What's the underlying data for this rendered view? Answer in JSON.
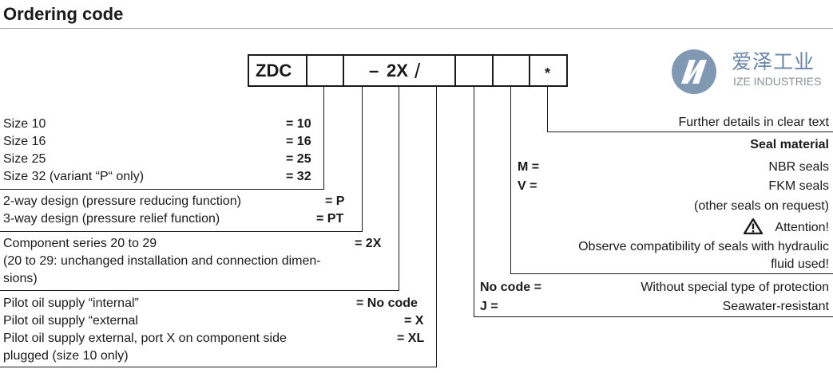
{
  "title": "Ordering code",
  "code_boxes": {
    "model": "ZDC",
    "series": "2X",
    "series_dash": "–",
    "slash": "/",
    "star": "*"
  },
  "logo": {
    "cn": "爱泽工业",
    "en": "IZE INDUSTRIES"
  },
  "size": {
    "items": [
      {
        "label": "Size 10",
        "code": "= 10"
      },
      {
        "label": "Size 16",
        "code": "= 16"
      },
      {
        "label": "Size 25",
        "code": "= 25"
      },
      {
        "label": "Size 32 (variant “P“ only)",
        "code": "= 32"
      }
    ]
  },
  "design": {
    "items": [
      {
        "label": "2-way design (pressure reducing function)",
        "code": "= P"
      },
      {
        "label": "3-way design (pressure relief function)",
        "code": "= PT"
      }
    ]
  },
  "series": {
    "label": "Component series 20 to 29",
    "code": "= 2X",
    "note1": "(20 to 29: unchanged installation and connection dimen-",
    "note2": "sions)"
  },
  "pilot": {
    "items": [
      {
        "label": "Pilot oil supply “internal”",
        "code": "= No code"
      },
      {
        "label": "Pilot oil supply “external",
        "code": "= X"
      },
      {
        "label": "Pilot oil supply external, port X on component side",
        "code": "= XL"
      }
    ],
    "note": "plugged (size 10 only)"
  },
  "further": "Further details in clear text",
  "seal": {
    "heading": "Seal material",
    "items": [
      {
        "code": "M =",
        "label": "NBR seals"
      },
      {
        "code": "V =",
        "label": "FKM seals"
      }
    ],
    "other": "(other seals on request)",
    "attention": "Attention!",
    "observe1": "Observe compatibility of seals with hydraulic",
    "observe2": "fluid used!"
  },
  "protection": {
    "items": [
      {
        "code": "No code =",
        "label": "Without special type of protection"
      },
      {
        "code": "J =",
        "label": "Seawater-resistant"
      }
    ]
  },
  "colors": {
    "text": "#1a1a1a",
    "logo_blue": "#6b86a6",
    "logo_gray": "#8a8f98"
  }
}
